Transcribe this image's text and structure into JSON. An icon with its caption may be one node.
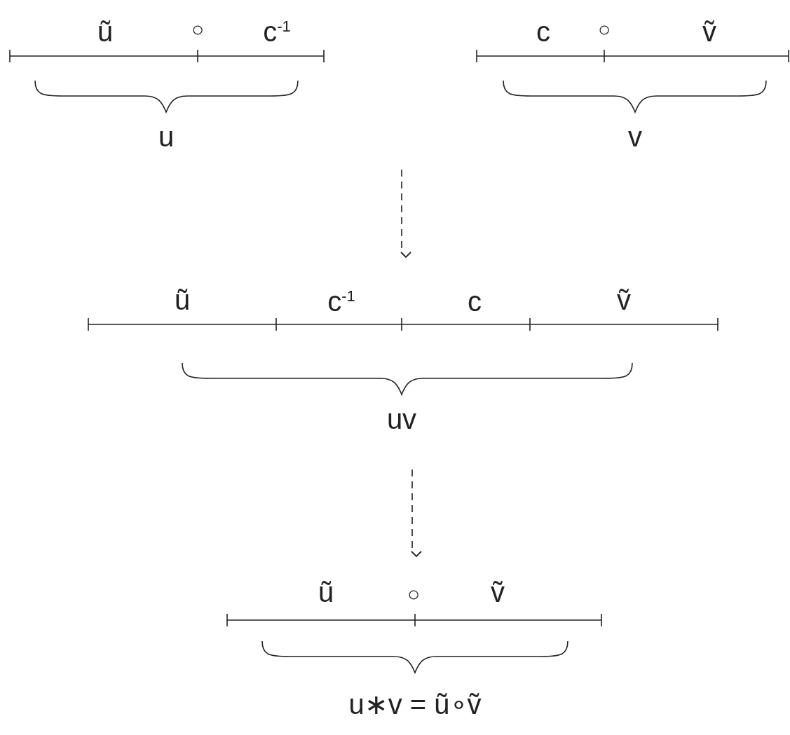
{
  "diagram": {
    "nodes": [
      {
        "text": [
          "ũ",
          "○",
          "c$^{-1}$",
          "u"
        ]
      },
      {
        "text": [
          "c",
          "○",
          "ṽ",
          "v"
        ]
      },
      {
        "text": [
          "ũ",
          "c$^{-1}$",
          "c",
          "ṽ",
          "uv"
        ]
      },
      {
        "text": [
          "ũ",
          "○",
          "ṽ",
          "u∗v = ũ∘ṽ"
        ]
      }
    ],
    "edges": [
      {
        "from": null,
        "to": 2,
        "arrow": "to",
        "style": "dashed"
      },
      {
        "from": 2,
        "to": 3,
        "arrow": "to",
        "style": "dashed"
      }
    ]
  }
}
